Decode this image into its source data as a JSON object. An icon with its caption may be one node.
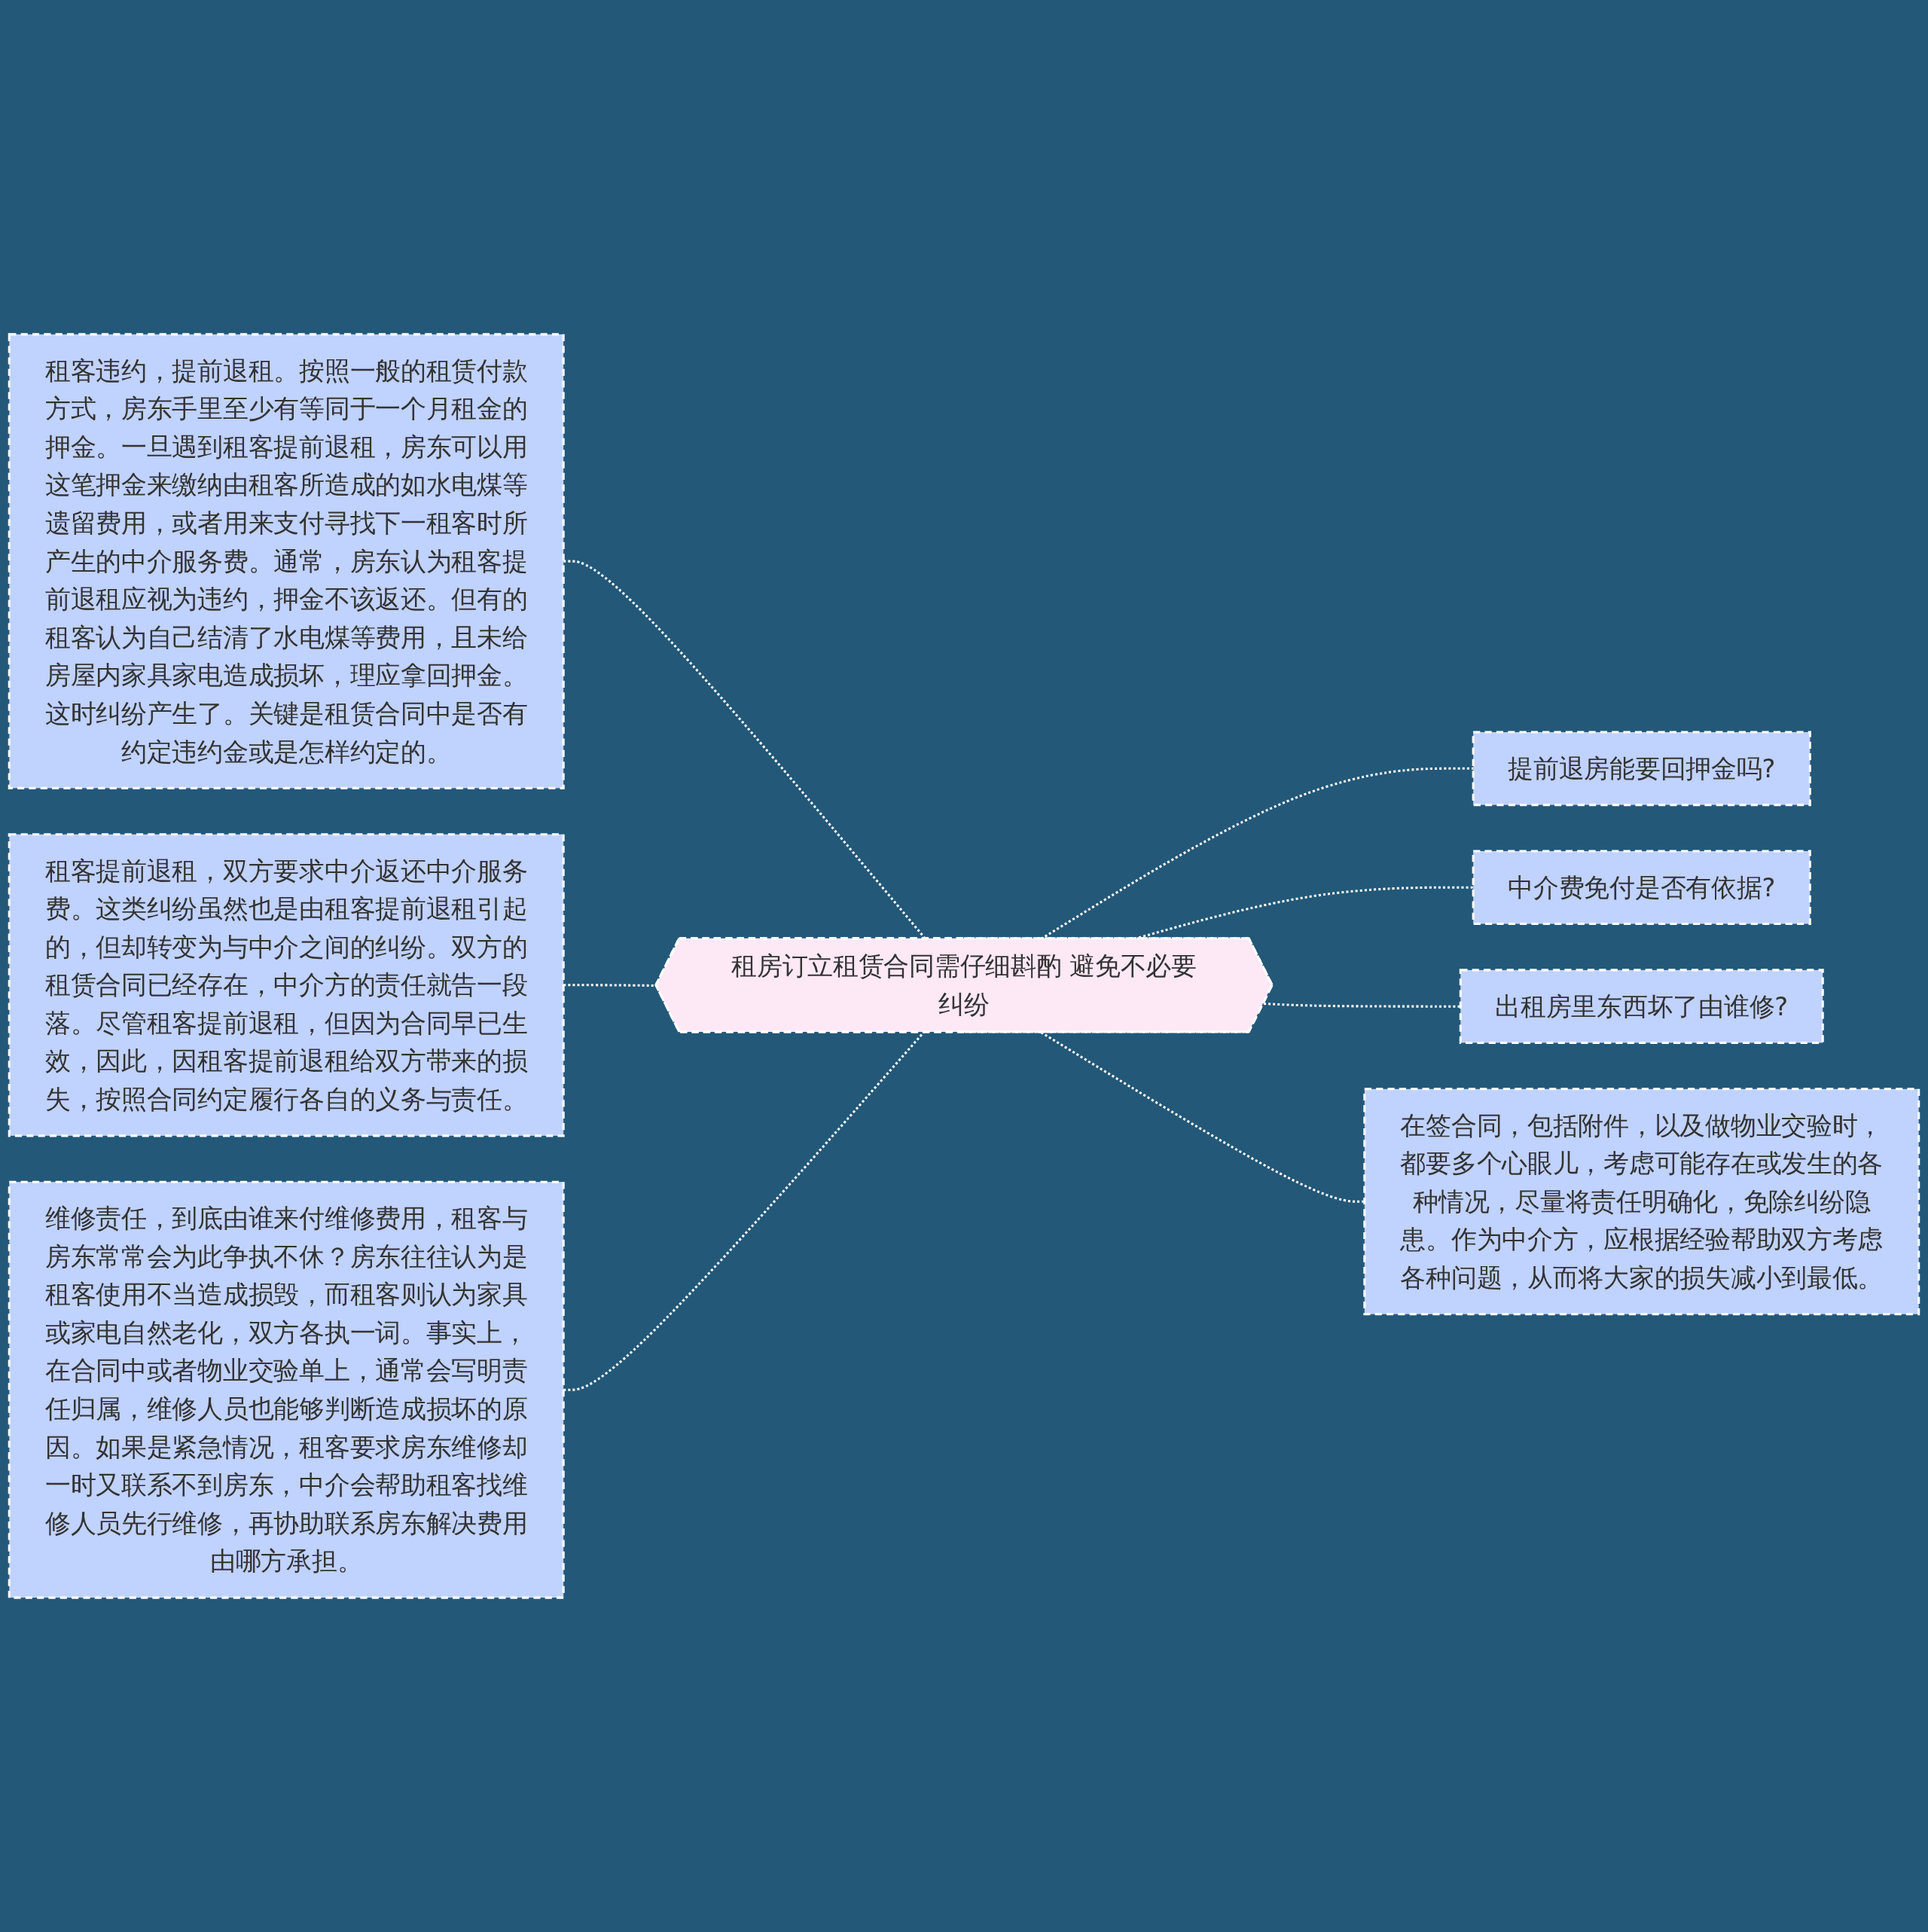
{
  "diagram": {
    "nodes": [
      {
        "text": [
          "租房订立租赁合同需仔细斟酌 避免不必要纠纷"
        ]
      },
      {
        "text": [
          "租客违约，提前退租。按照一般的租赁付款方式，房东手里至少有等同于一个月租金的押金。一旦遇到租客提前退租，房东可以用这笔押金来缴纳由租客所造成的如水电煤等遗留费用，或者用来支付寻找下一租客时所产生的中介服务费。通常，房东认为租客提前退租应视为违约，押金不该返还。但有的租客认为自己结清了水电煤等费用，且未给房屋内家具家电造成损坏，理应拿回押金。这时纠纷产生了。关键是租赁合同中是否有约定违约金或是怎样约定的。"
        ]
      },
      {
        "text": [
          "租客提前退租，双方要求中介返还中介服务费。这类纠纷虽然也是由租客提前退租引起的，但却转变为与中介之间的纠纷。双方的租赁合同已经存在，中介方的责任就告一段落。尽管租客提前退租，但因为合同早已生效，因此，因租客提前退租给双方带来的损失，按照合同约定履行各自的义务与责任。"
        ]
      },
      {
        "text": [
          "维修责任，到底由谁来付维修费用，租客与房东常常会为此争执不休？房东往往认为是租客使用不当造成损毁，而租客则认为家具或家电自然老化，双方各执一词。事实上，在合同中或者物业交验单上，通常会写明责任归属，维修人员也能够判断造成损坏的原因。如果是紧急情况，租客要求房东维修却一时又联系不到房东，中介会帮助租客找维修人员先行维修，再协助联系房东解决费用由哪方承担。"
        ]
      },
      {
        "text": [
          "提前退房能要回押金吗?"
        ]
      },
      {
        "text": [
          "中介费免付是否有依据?"
        ]
      },
      {
        "text": [
          "出租房里东西坏了由谁修?"
        ]
      },
      {
        "text": [
          "在签合同，包括附件，以及做物业交验时，都要多个心眼儿，考虑可能存在或发生的各种情况，尽量将责任明确化，免除纠纷隐患。作为中介方，应根据经验帮助双方考虑各种问题，从而将大家的损失减小到最低。"
        ]
      }
    ],
    "edges": [
      {
        "from": 1,
        "to": 0,
        "arrow": "none",
        "style": "dashed"
      },
      {
        "from": 2,
        "to": 0,
        "arrow": "none",
        "style": "dashed"
      },
      {
        "from": 3,
        "to": 0,
        "arrow": "none",
        "style": "dashed"
      },
      {
        "from": 0,
        "to": 4,
        "arrow": "none",
        "style": "dashed"
      },
      {
        "from": 0,
        "to": 5,
        "arrow": "none",
        "style": "dashed"
      },
      {
        "from": 0,
        "to": 6,
        "arrow": "none",
        "style": "dashed"
      },
      {
        "from": 0,
        "to": 7,
        "arrow": "none",
        "style": "dashed"
      }
    ]
  }
}
